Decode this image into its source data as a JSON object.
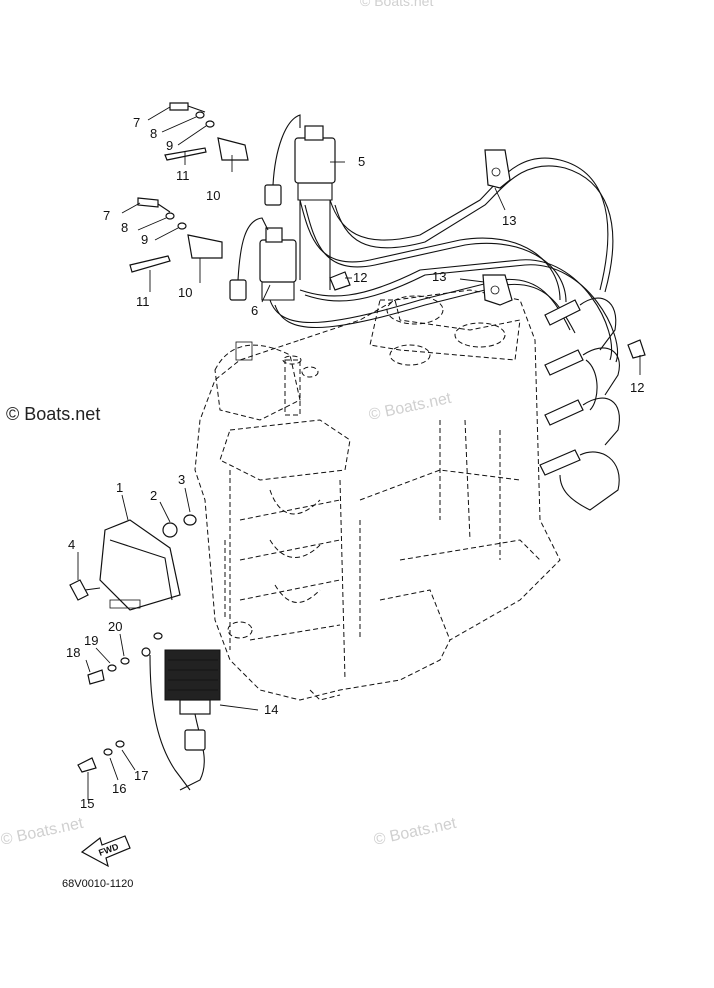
{
  "diagram": {
    "drawing_code": "68V0010-1120",
    "fwd_label": "FWD",
    "watermarks": [
      "© Boats.net",
      "© Boats.net",
      "© Boats.net",
      "© Boats.net",
      "© Boats.net"
    ],
    "callouts": [
      "1",
      "2",
      "3",
      "4",
      "5",
      "6",
      "7",
      "7",
      "8",
      "8",
      "9",
      "9",
      "10",
      "10",
      "11",
      "11",
      "12",
      "12",
      "13",
      "13",
      "14",
      "15",
      "16",
      "17",
      "18",
      "19",
      "20"
    ]
  }
}
